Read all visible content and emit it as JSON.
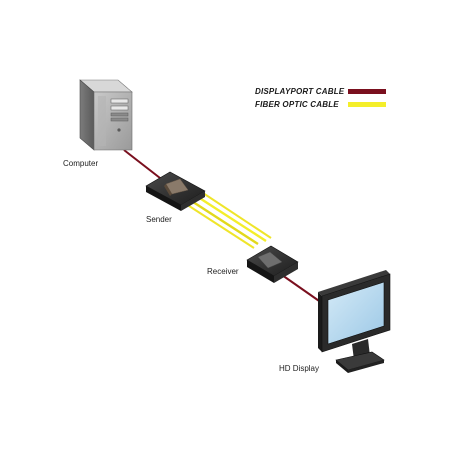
{
  "legend": [
    {
      "label": "DISPLAYPORT CABLE",
      "color": "#7a0f1e"
    },
    {
      "label": "FIBER OPTIC CABLE",
      "color": "#f4ee2a"
    }
  ],
  "devices": {
    "computer": "Computer",
    "sender": "Sender",
    "receiver": "Receiver",
    "display": "HD Display"
  }
}
